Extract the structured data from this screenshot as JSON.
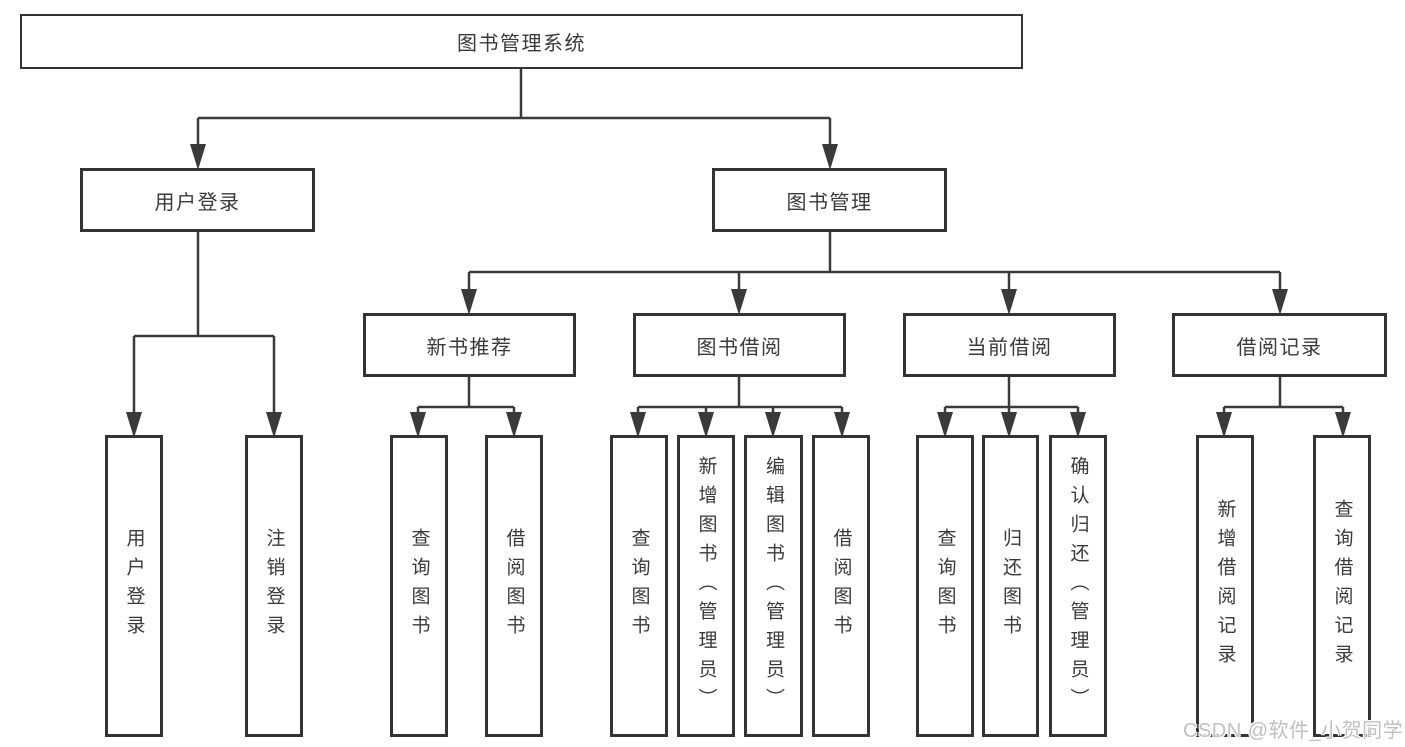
{
  "tree": {
    "label": "图书管理系统",
    "children": [
      {
        "label": "用户登录",
        "children": [
          {
            "label": "用户登录"
          },
          {
            "label": "注销登录"
          }
        ]
      },
      {
        "label": "图书管理",
        "children": [
          {
            "label": "新书推荐",
            "children": [
              {
                "label": "查询图书"
              },
              {
                "label": "借阅图书"
              }
            ]
          },
          {
            "label": "图书借阅",
            "children": [
              {
                "label": "查询图书"
              },
              {
                "label": "新增图书（管理员）"
              },
              {
                "label": "编辑图书（管理员）"
              },
              {
                "label": "借阅图书"
              }
            ]
          },
          {
            "label": "当前借阅",
            "children": [
              {
                "label": "查询图书"
              },
              {
                "label": "归还图书"
              },
              {
                "label": "确认归还（管理员）"
              }
            ]
          },
          {
            "label": "借阅记录",
            "children": [
              {
                "label": "新增借阅记录"
              },
              {
                "label": "查询借阅记录"
              }
            ]
          }
        ]
      }
    ]
  },
  "watermark": "CSDN @软件_小贺同学",
  "colors": {
    "line": "#3a3a3a",
    "box_border": "#333333",
    "text": "#3a3a3a",
    "background": "#ffffff",
    "watermark_text": "#c0c0c0"
  }
}
